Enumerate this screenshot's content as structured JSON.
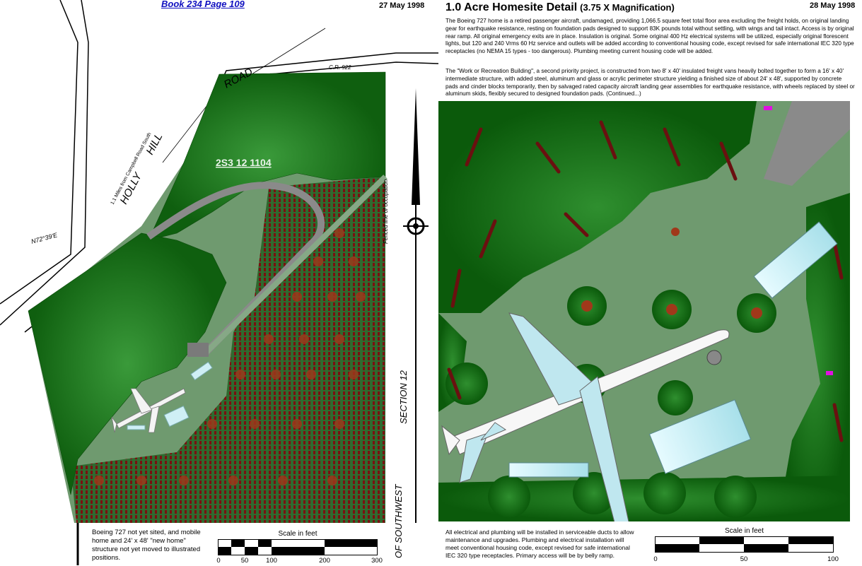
{
  "left": {
    "book_link": "Book 234 Page 109",
    "date": "27 May 1998",
    "parcel_id": "2S3 12 1104",
    "road_labels": [
      "HOLLY",
      "HILL",
      "ROAD"
    ],
    "distance_note": "1.1 Miles from Campbell Road South",
    "bearing": "N72°39'E",
    "county_road": "C.R. 922",
    "fence_note": "Fenced line of occupation",
    "section_labels": [
      "SECTION 12",
      "OF SOUTHWEST"
    ],
    "caption": "Boeing 727 not yet sited, and mobile home and 24' x 48' \"new home\" structure not yet moved to illustrated positions.",
    "scale": {
      "label": "Scale in feet",
      "ticks": [
        "0",
        "50",
        "100",
        "200",
        "300"
      ]
    }
  },
  "right": {
    "title": "1.0 Acre Homesite Detail",
    "magnification": "(3.75 X Magnification)",
    "date": "28 May 1998",
    "paragraph1": "The Boeing 727 home is a retired passenger aircraft, undamaged, providing 1,066.5 square feet total floor area excluding the freight holds, on original landing gear for earthquake resistance, resting on foundation pads designed to support 83K pounds total without settling, with wings and tail intact.  Access is by original rear ramp.  All original emergency exits are in place.  Insulation is original.  Some original 400 Hz electrical systems will be utilized, especially original florescent lights, but 120 and 240 Vrms 60 Hz service and outlets will be added according to conventional housing code, except revised for safe international IEC 320 type receptacles (no NEMA 15 types - too dangerous).  Plumbing meeting current housing code will be added.",
    "paragraph2": "The \"Work or Recreation Building\", a second priority project, is constructed from two 8' x 40' insulated freight vans heavily bolted together to form a 16' x 40' intermediate structure, with added steel, aluminum and glass or acrylic perimeter structure yielding a finished size of about 24' x 48', supported by concrete pads and cinder blocks temporarily, then by salvaged rated capacity aircraft landing gear assemblies for earthquake resistance, with wheels replaced by steel or aluminum skids, flexibly secured to designed foundation pads.  (Continued...)",
    "caption": "All electrical and plumbing will be installed in serviceable ducts to allow maintenance and upgrades.  Plumbing and electrical installation will meet conventional housing code, except revised for safe international IEC 320 type receptacles.  Primary access will be by belly ramp.",
    "scale": {
      "label": "Scale in feet",
      "ticks": [
        "0",
        "50",
        "100"
      ]
    }
  },
  "colors": {
    "tree": "#1f7a1f",
    "tree_dark": "#0b5a0b",
    "ground": "#6f9a6f",
    "orchard": "#7a1010",
    "road": "#8a8a8a",
    "link": "#1010c0"
  }
}
